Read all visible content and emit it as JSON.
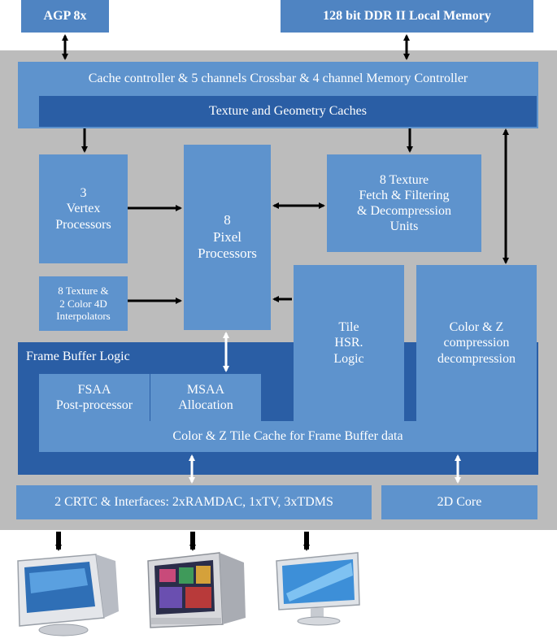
{
  "top": {
    "agp": "AGP 8x",
    "ddr": "128 bit DDR II Local Memory"
  },
  "bus": {
    "crossbar": "Cache controller & 5 channels Crossbar & 4 channel Memory Controller",
    "caches": "Texture and Geometry Caches"
  },
  "units": {
    "vertex": "3\nVertex\nProcessors",
    "interpolators": "8 Texture &\n2 Color 4D\nInterpolators",
    "pixel": "8\nPixel\nProcessors",
    "texture": "8 Texture\nFetch & Filtering\n& Decompression\nUnits",
    "tile_hsr": "Tile\nHSR.\nLogic",
    "color_z": "Color & Z\ncompression\ndecompression"
  },
  "frame_buffer": {
    "label": "Frame Buffer Logic",
    "fsaa": "FSAA\nPost-processor",
    "msaa": "MSAA\nAllocation",
    "tile_cache": "Color & Z Tile Cache for Frame Buffer data"
  },
  "bottom": {
    "crtc": "2 CRTC & Interfaces: 2xRAMDAC, 1xTV, 3xTDMS",
    "core2d": "2D Core"
  },
  "colors": {
    "panel": "#bcbcbc",
    "light_block": "#5e93cd",
    "dark_block": "#2a5ea5",
    "arrow_black": "#000000",
    "arrow_white": "#ffffff"
  },
  "displays": [
    "crt-monitor-icon",
    "tv-set-icon",
    "lcd-monitor-icon"
  ]
}
